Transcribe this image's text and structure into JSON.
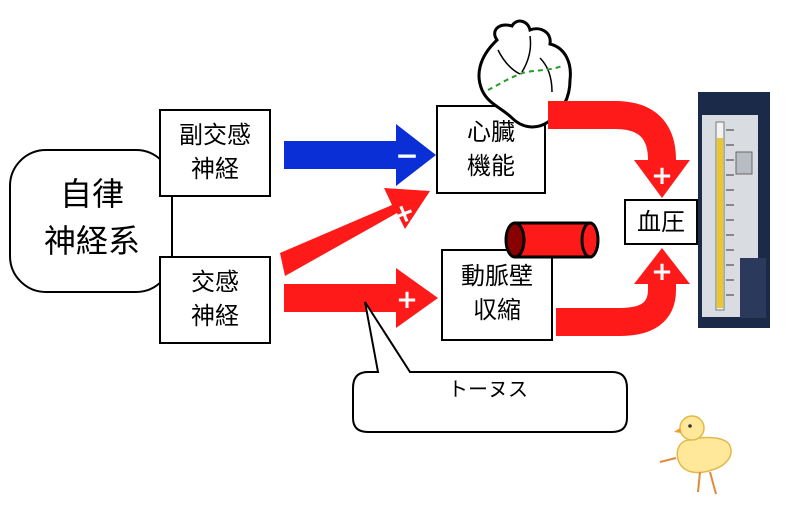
{
  "nodes": {
    "autonomic": [
      "自律",
      "神経系"
    ],
    "parasympathetic": [
      "副交感",
      "神経"
    ],
    "sympathetic": [
      "交感",
      "神経"
    ],
    "cardiac": [
      "心臓",
      "機能"
    ],
    "arterial": [
      "動脈壁",
      "収縮"
    ],
    "bp": "血圧"
  },
  "callout": {
    "text": "トーヌス"
  },
  "signs": {
    "minus": "−",
    "plus": "+"
  },
  "colors": {
    "inhibit": "#0a2fd6",
    "excite": "#ff1a1a",
    "node_border": "#000000",
    "gauge_frame": "#1c2a4a",
    "gauge_mercury": "#e8c82a"
  },
  "icons": {
    "heart": "heart-illustration",
    "artery": "artery-tube-icon",
    "gauge": "sphygmomanometer-photo",
    "chick": "chick-doodle"
  }
}
